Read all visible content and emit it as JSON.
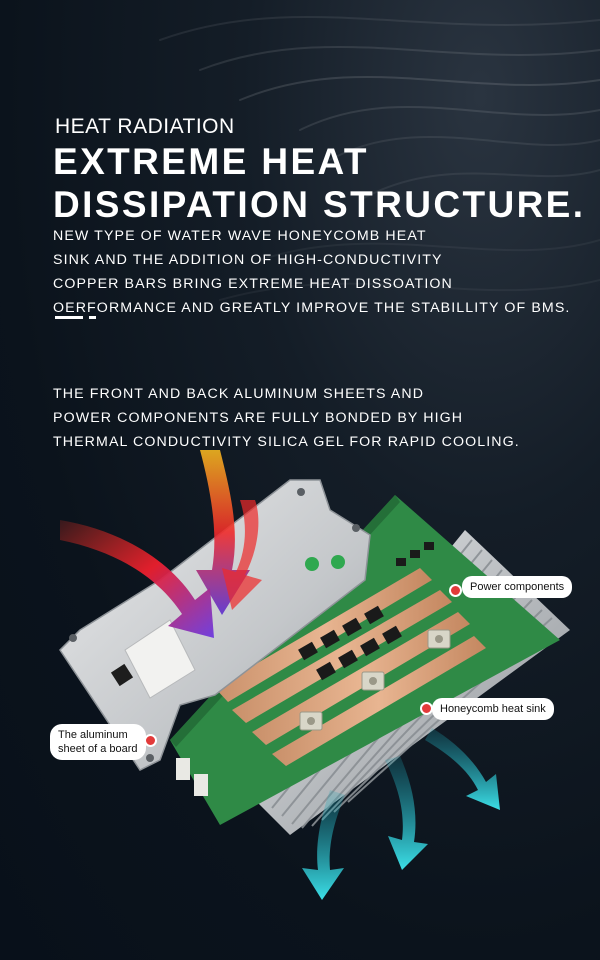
{
  "header": {
    "subtitle": "HEAT RADIATION",
    "headline_line1": "EXTREME HEAT",
    "headline_line2": "DISSIPATION STRUCTURE."
  },
  "intro": {
    "lines": [
      "NEW TYPE OF WATER WAVE HONEYCOMB HEAT",
      "SINK AND THE ADDITION OF HIGH-CONDUCTIVITY",
      "COPPER BARS BRING EXTREME HEAT DISSOATION",
      "OERFORMANCE AND GREATLY IMPROVE THE STABILLITY OF BMS."
    ]
  },
  "detail": {
    "lines": [
      "THE FRONT AND BACK ALUMINUM SHEETS AND",
      "POWER COMPONENTS ARE FULLY BONDED BY HIGH",
      "THERMAL CONDUCTIVITY SILICA GEL FOR RAPID COOLING."
    ]
  },
  "callouts": {
    "power": "Power components",
    "heatsink": "Honeycomb heat sink",
    "aluminum_line1": "The aluminum",
    "aluminum_line2": "sheet of a board"
  },
  "colors": {
    "background": "#0b131c",
    "text": "#ffffff",
    "pcb_green": "#2f8a46",
    "aluminum": "#c9ccd0",
    "heat_hot": "#e8242a",
    "heat_warm": "#f0a31a",
    "cool_flow": "#35d6e0",
    "marker": "#e23a3a"
  }
}
